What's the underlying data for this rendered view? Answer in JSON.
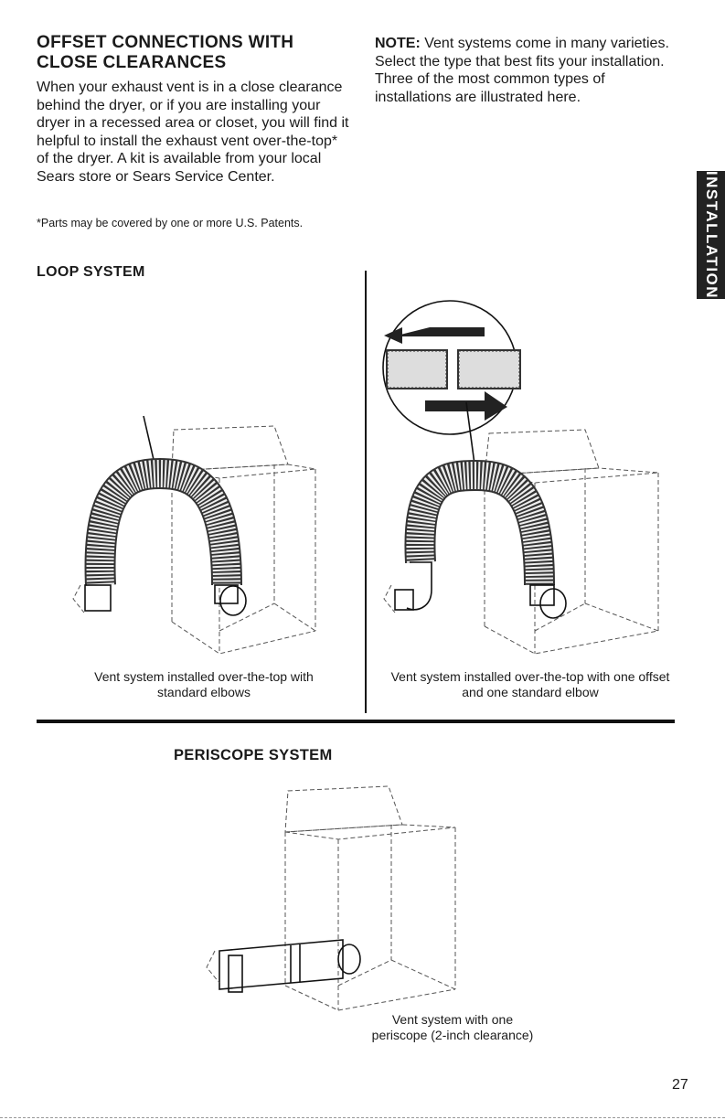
{
  "left_column": {
    "heading": "OFFSET CONNECTIONS WITH CLOSE CLEARANCES",
    "body": "When your exhaust vent is in a close clearance behind the dryer, or if you are installing your dryer in a recessed area or closet, you will find it helpful to install the exhaust vent over-the-top* of the dryer. A kit is available from your local Sears store or Sears Service Center.",
    "footnote": "*Parts may be covered by one or more U.S. Patents."
  },
  "right_column": {
    "note_label": "NOTE:",
    "note_text": "Vent systems come in many varieties. Select the type that best fits your installation. Three of the most common types of installations are illustrated here."
  },
  "loop_system": {
    "heading": "LOOP SYSTEM",
    "caption_left": "Vent system installed over-the-top with standard elbows",
    "caption_right": "Vent system installed over-the-top with one offset and one standard elbow"
  },
  "periscope_system": {
    "heading": "PERISCOPE SYSTEM",
    "caption": "Vent system with one periscope (2-inch clearance)"
  },
  "side_tab": {
    "label": "INSTALLATION"
  },
  "page_number": "27"
}
